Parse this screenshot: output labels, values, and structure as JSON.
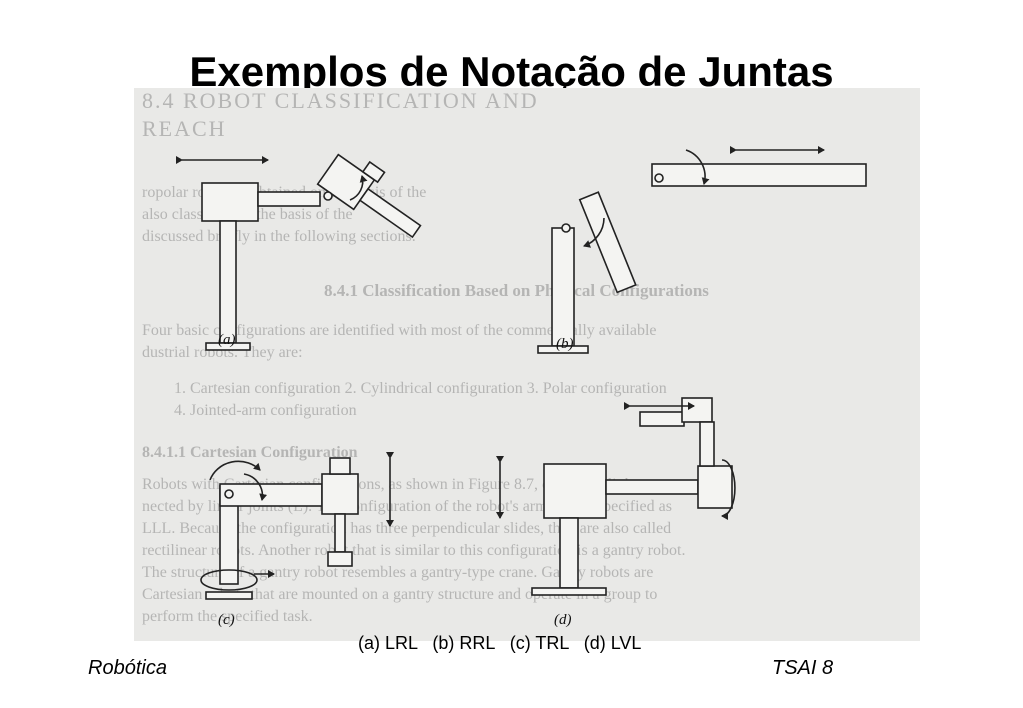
{
  "title": "Exemplos de Notação de Juntas",
  "scan": {
    "background_lines": [
      "8.4 ROBOT CLASSIFICATION AND",
      "REACH",
      "ropolar robots is obtained on the basis of the",
      "also classified on the basis of the",
      "discussed briefly in the following sections.",
      "8.4.1 Classification Based on Physical Configurations",
      "Four basic configurations are identified with most of the commercially available",
      "dustrial robots. They are:",
      "1. Cartesian configuration  2. Cylindrical configuration  3. Polar configuration",
      "4. Jointed-arm configuration",
      "8.4.1.1 Cartesian Configuration",
      "Robots with Cartesian configurations, as shown in Figure 8.7, consist of links con-",
      "nected by linear joints (L). The configuration of the robot's arm can be specified as",
      "LLL. Because the configuration has three perpendicular slides, they are also called",
      "rectilinear robots. Another robot that is similar to this configuration is a gantry robot.",
      "The structure of a gantry robot resembles a gantry-type crane. Gantry robots are",
      "Cartesian robots that are mounted on a gantry structure and operate in a group to",
      "perform the specified task."
    ],
    "labels": {
      "a": "(a)",
      "b": "(b)",
      "c": "(c)",
      "d": "(d)"
    }
  },
  "caption": "(a) LRL   (b) RRL   (c) TRL   (d) LVL",
  "footer": {
    "left": "Robótica",
    "right": "TSAI 8"
  }
}
